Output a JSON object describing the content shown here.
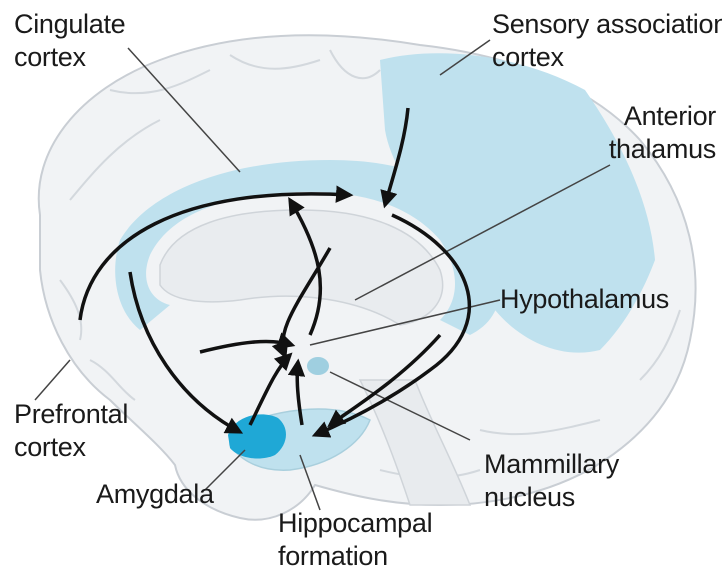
{
  "diagram": {
    "labels": {
      "cingulate_cortex": [
        "Cingulate",
        "cortex"
      ],
      "sensory_association_cortex": [
        "Sensory association",
        "cortex"
      ],
      "anterior_thalamus": [
        "Anterior",
        "thalamus"
      ],
      "hypothalamus": [
        "Hypothalamus"
      ],
      "mammillary_nucleus": [
        "Mammillary",
        "nucleus"
      ],
      "hippocampal_formation": [
        "Hippocampal",
        "formation"
      ],
      "amygdala": [
        "Amygdala"
      ],
      "prefrontal_cortex": [
        "Prefrontal",
        "cortex"
      ]
    },
    "colors": {
      "brain_fill": "#f1f3f5",
      "brain_outline": "#c9ced4",
      "highlight": "#bfe1ee",
      "amygdala": "#1fa8d6",
      "arrow": "#111111",
      "leader": "#444444"
    }
  }
}
